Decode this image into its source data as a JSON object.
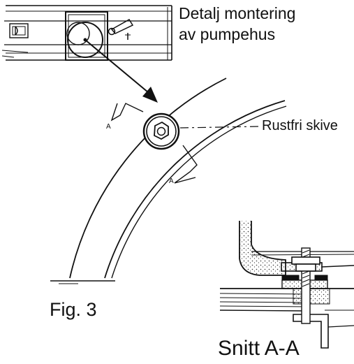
{
  "labels": {
    "detail_title_line1": "Detalj montering",
    "detail_title_line2": "av pumpehus",
    "washer": "Rustfri skive",
    "figure": "Fig. 3",
    "section": "Snitt A-A",
    "section_marker_top": "A",
    "section_marker_bottom": "A"
  },
  "colors": {
    "ink": "#111111",
    "hatch": "#333333",
    "background": "#ffffff"
  }
}
